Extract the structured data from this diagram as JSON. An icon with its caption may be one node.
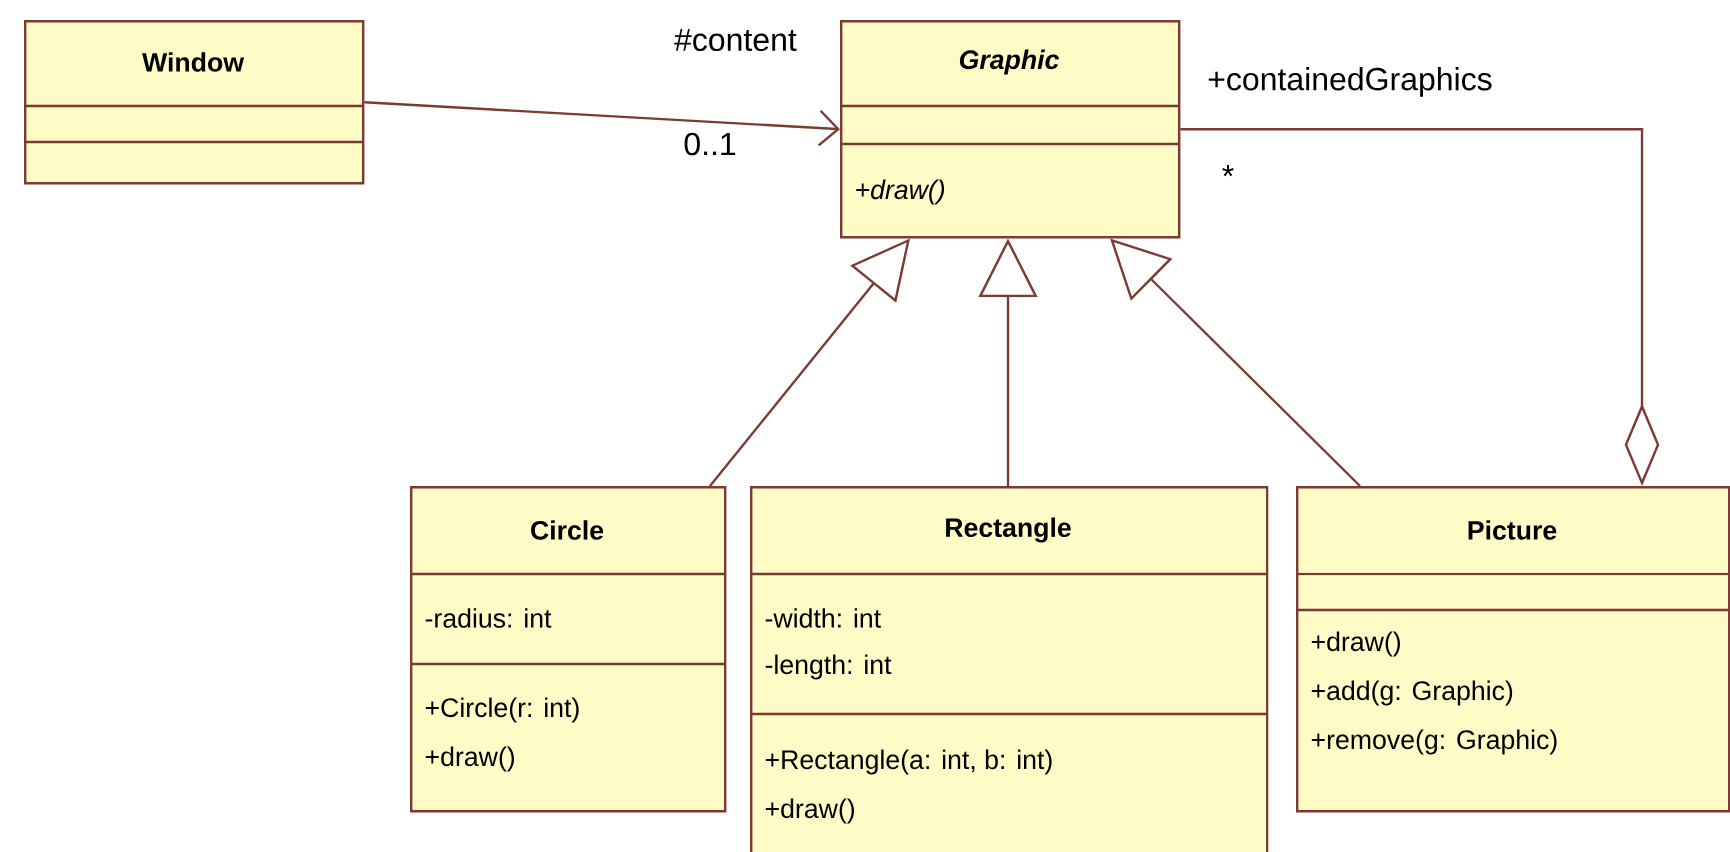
{
  "diagram": {
    "nodes": [
      {
        "text": [
          "Window"
        ]
      },
      {
        "text": [
          "Graphic",
          "+draw()"
        ]
      },
      {
        "text": [
          "Circle",
          "-radius: int",
          "+Circle(r: int)",
          "+draw()"
        ]
      },
      {
        "text": [
          "Rectangle",
          "-width: int",
          "-length: int",
          "+Rectangle(a: int, b: int)",
          "+draw()"
        ]
      },
      {
        "text": [
          "Picture",
          "+draw()",
          "+add(g: Graphic)",
          "+remove(g: Graphic)"
        ]
      }
    ],
    "edges": [
      {
        "from": 0,
        "to": 1,
        "arrow": "to",
        "label": "#content"
      },
      {
        "from": 2,
        "to": 1,
        "arrow": "to"
      },
      {
        "from": 3,
        "to": 1,
        "arrow": "to"
      },
      {
        "from": 4,
        "to": 1,
        "arrow": "to"
      },
      {
        "from": 1,
        "to": 4,
        "arrow": "other",
        "label": "+containedGraphics"
      }
    ],
    "labels": [
      "0..1",
      "*"
    ]
  }
}
